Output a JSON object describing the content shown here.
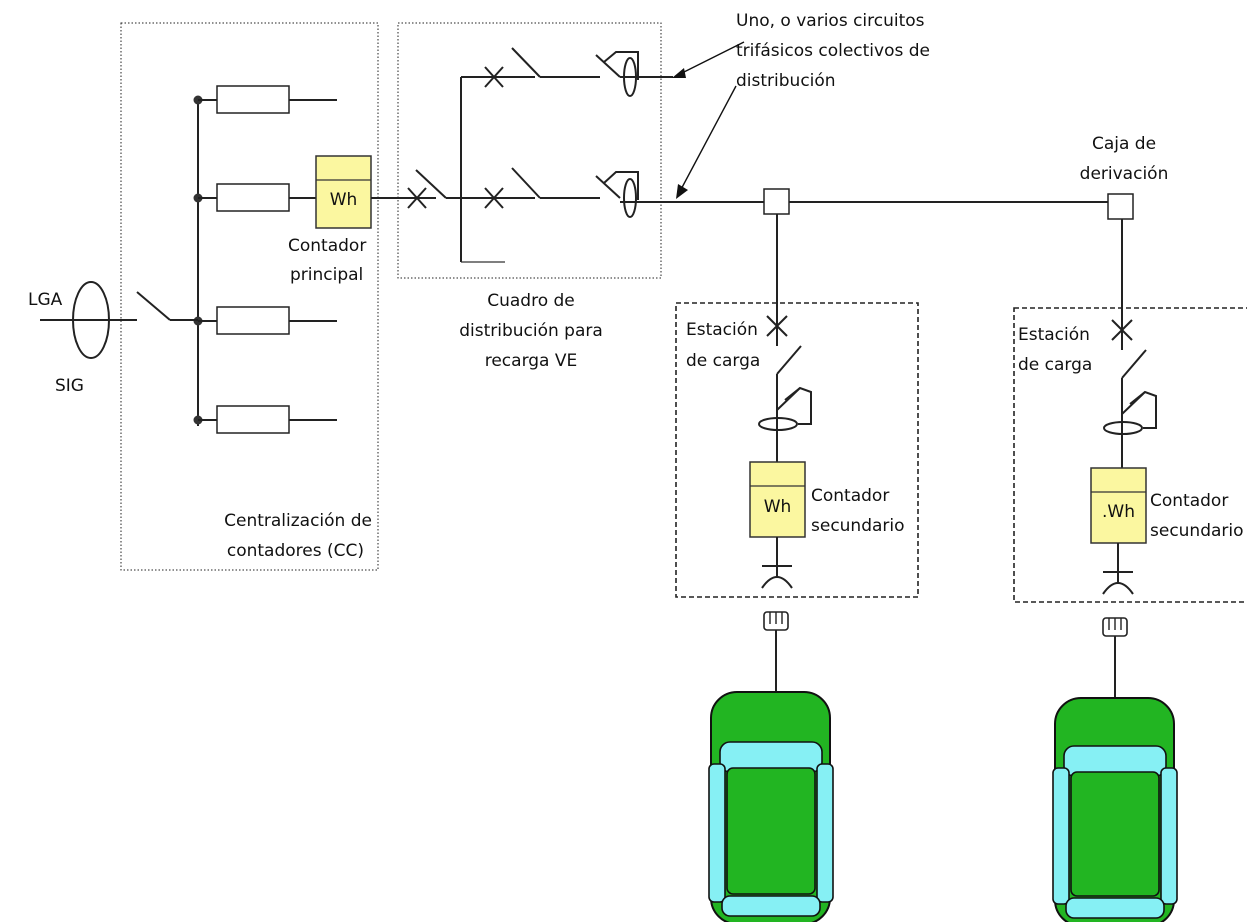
{
  "labels": {
    "annotation_line1": "Uno, o varios circuitos",
    "annotation_line2": "trifásicos colectivos de",
    "annotation_line3": "distribución",
    "caja_line1": "Caja de",
    "caja_line2": "derivación",
    "lga": "LGA",
    "sig": "SIG",
    "meter_label": "Wh",
    "meter2_label": ".Wh",
    "contador_principal_1": "Contador",
    "contador_principal_2": "principal",
    "cuadro_line1": "Cuadro de",
    "cuadro_line2": "distribución para",
    "cuadro_line3": "recarga VE",
    "centralizacion_line1": "Centralización de",
    "centralizacion_line2": "contadores (CC)",
    "estacion1_line1": "Estación",
    "estacion1_line2": "de carga",
    "estacion2_line1": "Estación",
    "estacion2_line2": "de carga",
    "secundario1_line1": "Contador",
    "secundario1_line2": "secundario",
    "secundario2_line1": "Contador",
    "secundario2_line2": "secundario"
  },
  "colors": {
    "meter_fill": "#fbf7a0",
    "car_body": "#22b522",
    "car_glass": "#86f0f4",
    "line": "#222222"
  }
}
